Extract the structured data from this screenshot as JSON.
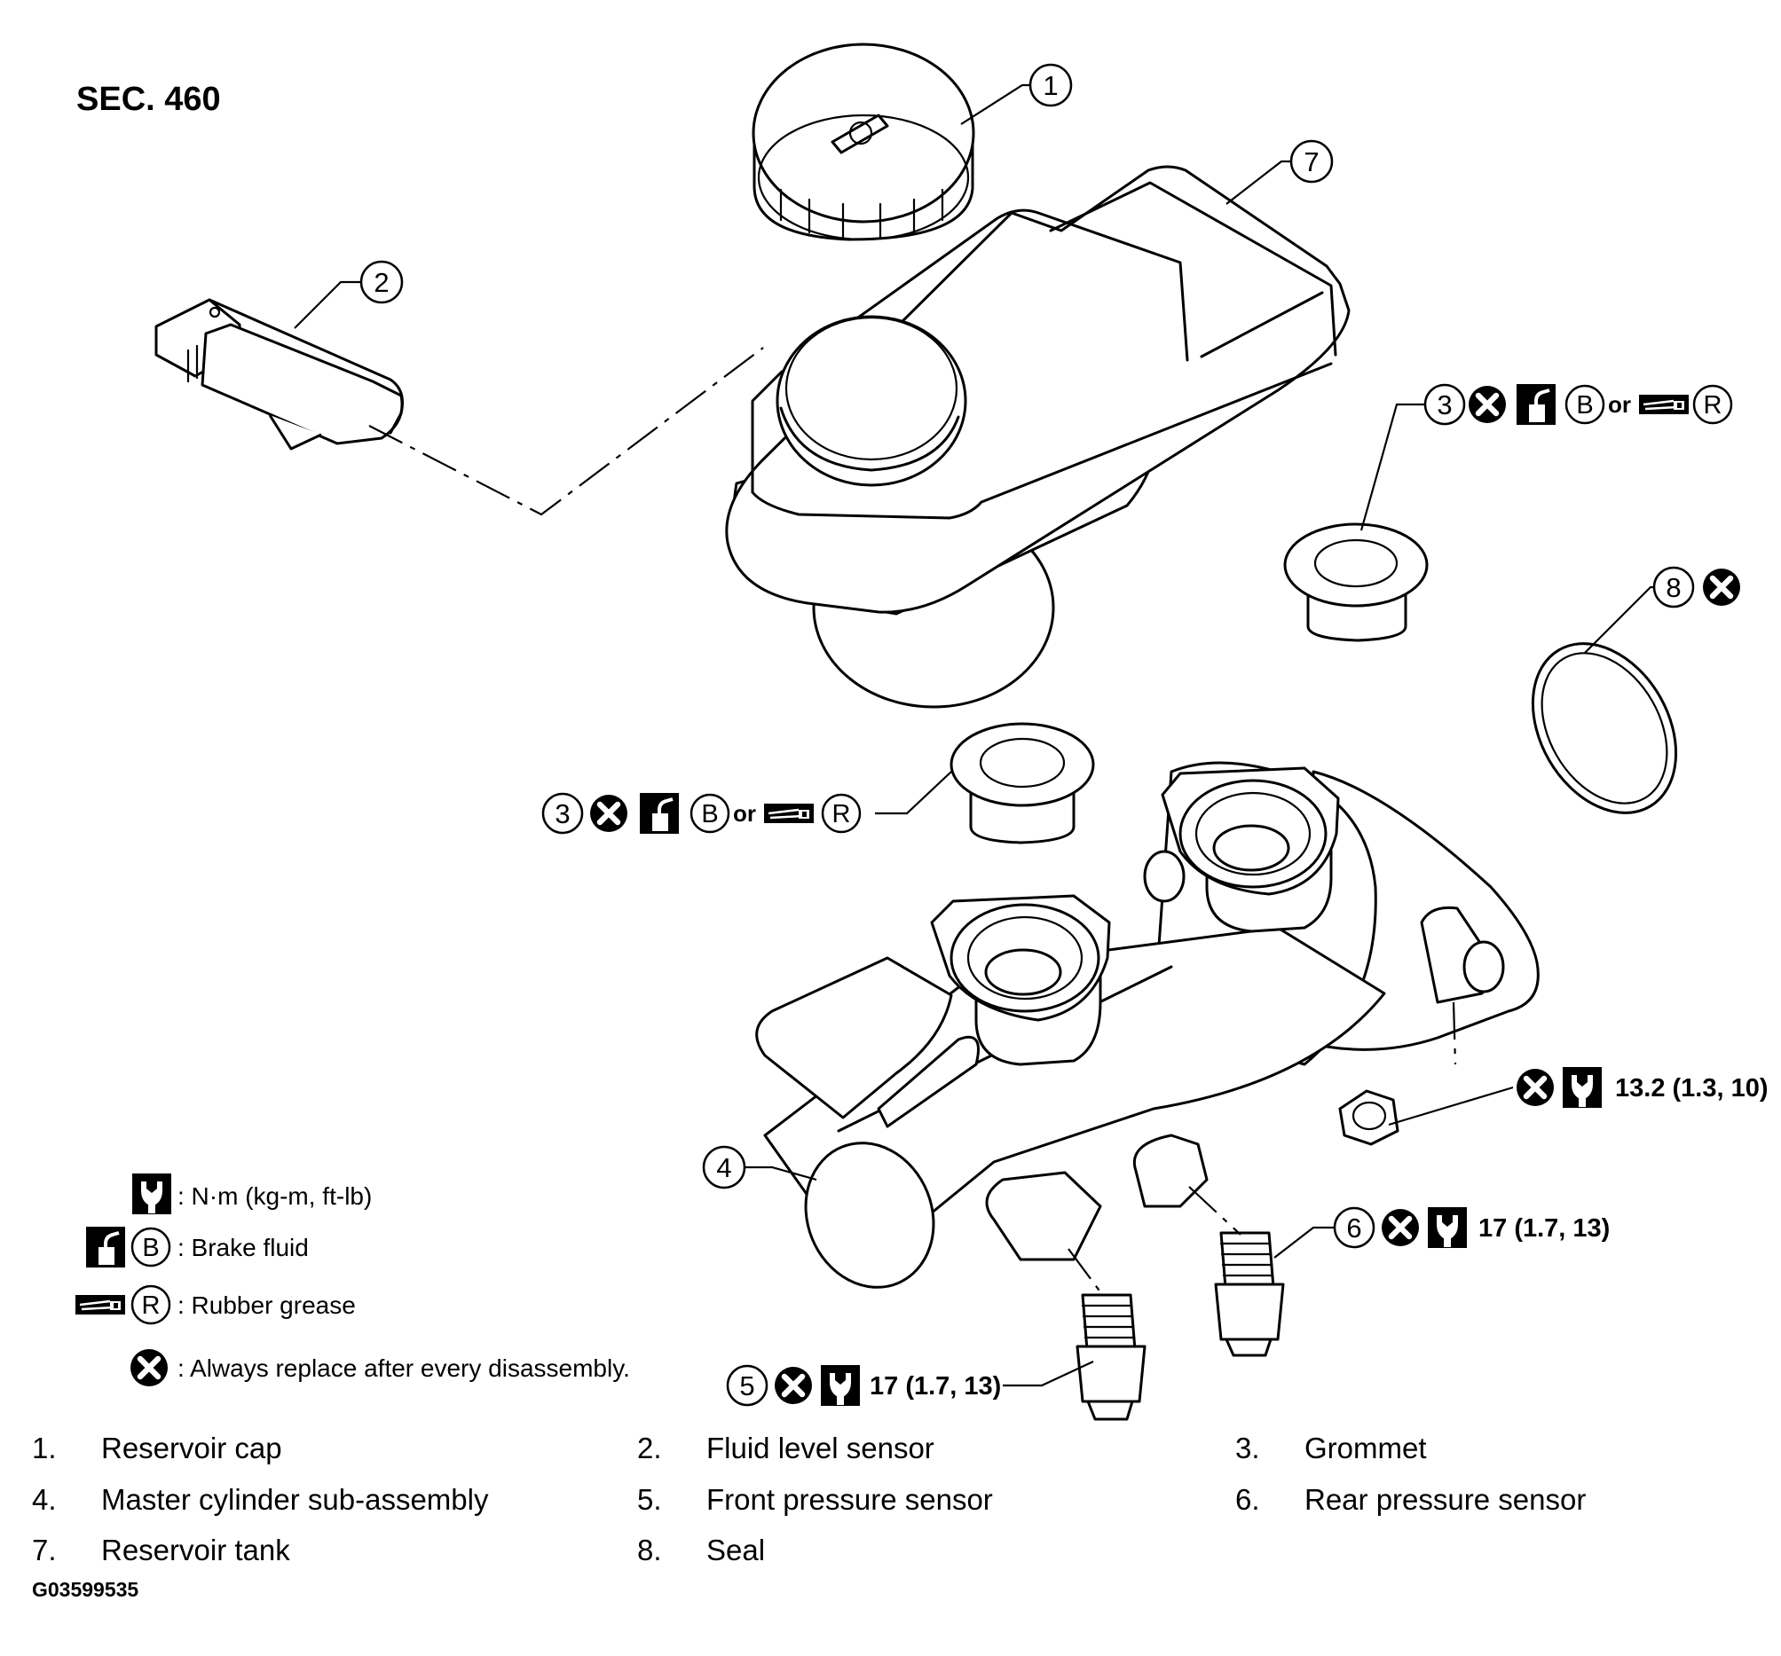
{
  "section_title": "SEC. 460",
  "figure_code": "G03599535",
  "callouts": {
    "c1": "1",
    "c2": "2",
    "c3a": "3",
    "c3b": "3",
    "c4": "4",
    "c5": "5",
    "c6": "6",
    "c7": "7",
    "c8": "8"
  },
  "symbols": {
    "brake_fluid_letter": "B",
    "rubber_grease_letter": "R",
    "or_word": "or"
  },
  "torque_specs": {
    "nut": "13.2 (1.3, 10)",
    "front_sensor": "17 (1.7, 13)",
    "rear_sensor": "17 (1.7, 13)"
  },
  "legend": {
    "torque_unit": ": N·m (kg-m, ft-lb)",
    "brake_fluid": ": Brake fluid",
    "rubber_grease": ": Rubber grease",
    "replace": ": Always replace after every disassembly."
  },
  "parts": [
    {
      "num": "1.",
      "name": "Reservoir cap"
    },
    {
      "num": "2.",
      "name": "Fluid level sensor"
    },
    {
      "num": "3.",
      "name": "Grommet"
    },
    {
      "num": "4.",
      "name": "Master cylinder sub-assembly"
    },
    {
      "num": "5.",
      "name": "Front pressure sensor"
    },
    {
      "num": "6.",
      "name": "Rear pressure sensor"
    },
    {
      "num": "7.",
      "name": "Reservoir tank"
    },
    {
      "num": "8.",
      "name": "Seal"
    }
  ],
  "colors": {
    "ink": "#000000",
    "paper": "#ffffff"
  }
}
